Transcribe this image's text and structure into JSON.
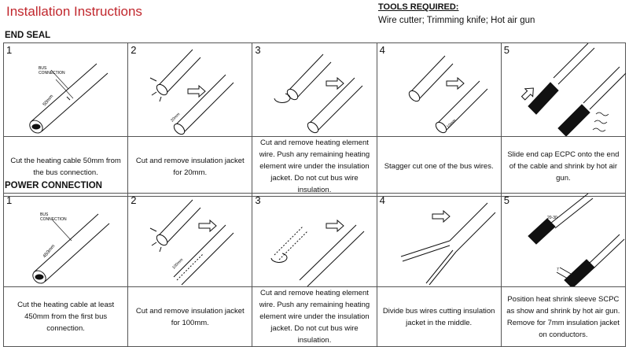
{
  "title": "Installation Instructions",
  "tools": {
    "heading": "TOOLS REQUIRED:",
    "list": "Wire cutter; Trimming knife; Hot air gun"
  },
  "sections": [
    {
      "name": "END SEAL",
      "steps": [
        {
          "num": "1",
          "caption": "Cut the heating cable 50mm from the bus connection.",
          "labels": [
            "BUS",
            "CONNECTION",
            "50mm"
          ]
        },
        {
          "num": "2",
          "caption": "Cut and remove insulation jacket for 20mm.",
          "labels": [
            "20mm"
          ]
        },
        {
          "num": "3",
          "caption": "Cut and remove heating element wire. Push any remaining heating element wire under the insulation jacket. Do not cut bus wire insulation.",
          "labels": []
        },
        {
          "num": "4",
          "caption": "Stagger cut one of the bus wires.",
          "labels": [
            "10mm"
          ]
        },
        {
          "num": "5",
          "caption": "Slide end cap ECPC onto the end of the cable and shrink by hot air gun.",
          "labels": []
        }
      ]
    },
    {
      "name": "POWER CONNECTION",
      "steps": [
        {
          "num": "1",
          "caption": "Cut the heating cable at least 450mm from the first bus connection.",
          "labels": [
            "BUS",
            "CONNECTION",
            "450mm"
          ]
        },
        {
          "num": "2",
          "caption": "Cut and remove insulation jacket for 100mm.",
          "labels": [
            "100mm"
          ]
        },
        {
          "num": "3",
          "caption": "Cut and remove heating element wire. Push any remaining heating element wire under the insulation jacket. Do not cut bus wire insulation.",
          "labels": []
        },
        {
          "num": "4",
          "caption": "Divide bus wires cutting insulation jacket in the middle.",
          "labels": []
        },
        {
          "num": "5",
          "caption": "Position heat shrink sleeve SCPC as show and shrink by hot air gun. Remove for 7mm insulation jacket on conductors.",
          "labels": [
            "20-30",
            "7"
          ]
        }
      ]
    }
  ]
}
